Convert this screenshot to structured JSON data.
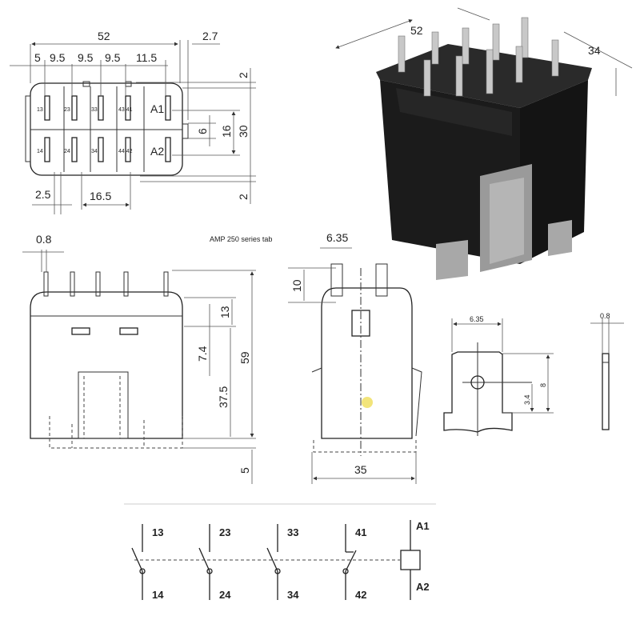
{
  "top_view": {
    "dims": {
      "width": "52",
      "offset": "2.7",
      "pitch1": "5",
      "pitch2": "9.5",
      "pitch3": "9.5",
      "pitch4": "9.5",
      "pitch5": "11.5",
      "top_gap": "2",
      "bottom_gap": "2",
      "height": "30",
      "coil_span": "16",
      "tab": "6",
      "left_gap": "2.5",
      "center": "16.5"
    },
    "terminals_top": [
      "13",
      "23",
      "33",
      "43\n41",
      "A1"
    ],
    "terminals_bottom": [
      "14",
      "24",
      "34",
      "44\n42",
      "A2"
    ],
    "terminal_label_a1": "A1",
    "terminal_label_a2": "A2"
  },
  "photo": {
    "dim_width": "52",
    "dim_depth": "34"
  },
  "side_view": {
    "tab_thickness": "0.8",
    "d13": "13",
    "d7_4": "7.4",
    "d37_5": "37.5",
    "d59": "59",
    "d5": "5"
  },
  "front_view": {
    "tab_note": "AMP 250 series tab",
    "tab_width": "6.35",
    "tab_height": "10",
    "width": "35"
  },
  "tab_detail": {
    "width": "6.35",
    "height": "8",
    "hole": "3.4",
    "thickness": "0.8"
  },
  "schematic": {
    "contacts": [
      {
        "top": "13",
        "bottom": "14"
      },
      {
        "top": "23",
        "bottom": "24"
      },
      {
        "top": "33",
        "bottom": "34"
      },
      {
        "top": "41",
        "bottom": "42"
      }
    ],
    "coil_top": "A1",
    "coil_bottom": "A2"
  }
}
